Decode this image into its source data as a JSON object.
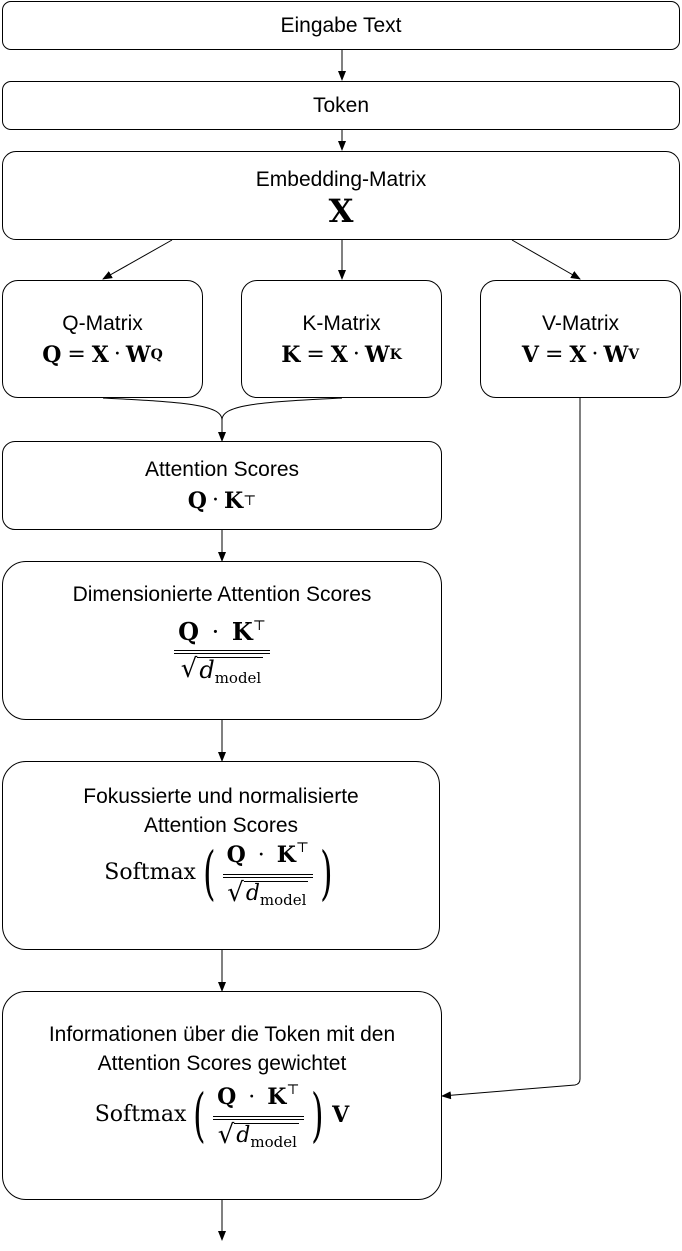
{
  "nodes": {
    "input": {
      "label": "Eingabe Text"
    },
    "token": {
      "label": "Token"
    },
    "embedding": {
      "label": "Embedding-Matrix",
      "symbol": "X"
    },
    "q": {
      "label": "Q-Matrix",
      "lhs": "Q",
      "eq": "=",
      "x": "X",
      "dot": "·",
      "w": "W",
      "sub": "Q"
    },
    "k": {
      "label": "K-Matrix",
      "lhs": "K",
      "eq": "=",
      "x": "X",
      "dot": "·",
      "w": "W",
      "sub": "K"
    },
    "v": {
      "label": "V-Matrix",
      "lhs": "V",
      "eq": "=",
      "x": "X",
      "dot": "·",
      "w": "W",
      "sub": "V"
    },
    "scores": {
      "label": "Attention Scores",
      "q": "Q",
      "dot": "·",
      "k": "K",
      "transpose": "⊤"
    },
    "scaled": {
      "label": "Dimensionierte Attention Scores",
      "q": "Q",
      "dot": "·",
      "k": "K",
      "transpose": "⊤",
      "radical": "√",
      "d": "d",
      "d_sub": "model"
    },
    "softmax": {
      "label_line1": "Fokussierte und normalisierte",
      "label_line2": "Attention Scores",
      "fn": "Softmax",
      "lparen": "(",
      "rparen": ")",
      "q": "Q",
      "dot": "·",
      "k": "K",
      "transpose": "⊤",
      "radical": "√",
      "d": "d",
      "d_sub": "model"
    },
    "weighted": {
      "label_line1": "Informationen über die Token mit den",
      "label_line2": "Attention Scores gewichtet",
      "fn": "Softmax",
      "lparen": "(",
      "rparen": ")",
      "q": "Q",
      "dot": "·",
      "k": "K",
      "transpose": "⊤",
      "radical": "√",
      "d": "d",
      "d_sub": "model",
      "v": "V"
    }
  },
  "colors": {
    "stroke": "#000000",
    "fill": "#ffffff",
    "text": "#000000"
  }
}
